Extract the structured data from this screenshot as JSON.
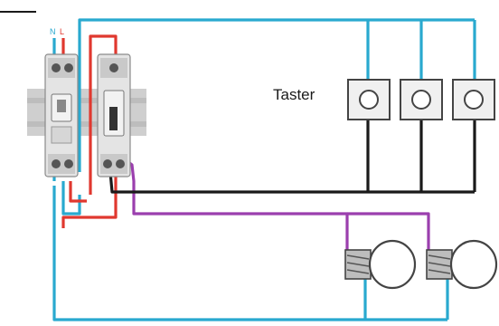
{
  "labels": {
    "taster": "Taster",
    "neutral": "N",
    "line": "L"
  },
  "colors": {
    "blue": "#29a9cf",
    "red": "#e0382f",
    "purple": "#9b3fae",
    "black": "#1a1a1a",
    "rail": "#cfcfcf",
    "device_body": "#e4e4e4",
    "device_border": "#8a8a8a",
    "button_face": "#f0f0f0"
  },
  "components": {
    "circuit_breaker": "breaker-icon",
    "impulse_relay": "relay-icon",
    "push_buttons": [
      "push-button-icon",
      "push-button-icon",
      "push-button-icon"
    ],
    "lamps": [
      "light-bulb-icon",
      "light-bulb-icon"
    ]
  }
}
